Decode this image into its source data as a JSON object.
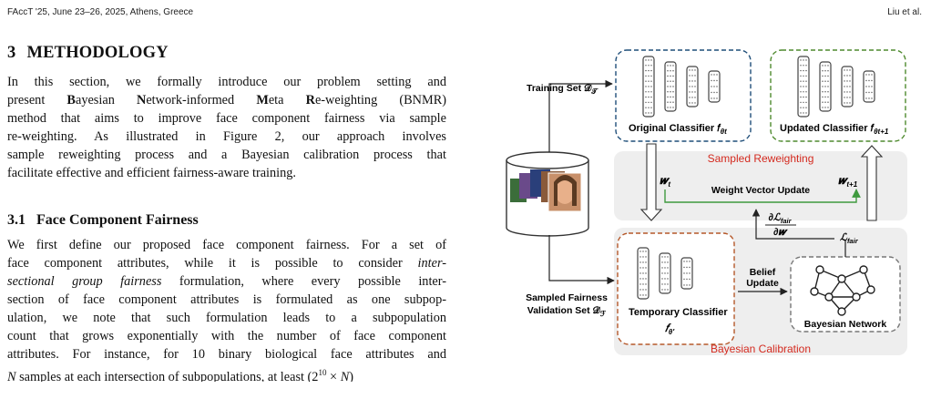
{
  "header": {
    "left": "FAccT '25, June 23–26, 2025, Athens, Greece",
    "right": "Liu et al."
  },
  "section": {
    "number": "3",
    "title": "METHODOLOGY"
  },
  "intro_lines": [
    [
      "In this section, we formally introduce our problem setting and"
    ],
    [
      "present ",
      {
        "b": "B"
      },
      "ayesian ",
      {
        "b": "N"
      },
      "etwork-informed ",
      {
        "b": "M"
      },
      "eta ",
      {
        "b": "R"
      },
      "e-weighting (BNMR)"
    ],
    [
      "method that aims to improve face component fairness via sample"
    ],
    [
      "re-weighting. As illustrated in Figure 2, our approach involves"
    ],
    [
      "sample reweighting process and a Bayesian calibration process that"
    ],
    [
      "facilitate effective and efficient fairness-aware training."
    ]
  ],
  "subsection": {
    "number": "3.1",
    "title": "Face Component Fairness"
  },
  "body_lines": [
    [
      "We first define our proposed face component fairness. For a set of"
    ],
    [
      "face component attributes, while it is possible to consider ",
      {
        "i": "inter-"
      }
    ],
    [
      {
        "i": "sectional group fairness"
      },
      " formulation, where every possible inter-"
    ],
    [
      "section of face component attributes is formulated as one subpop-"
    ],
    [
      "ulation, we note that such formulation leads to a subpopulation"
    ],
    [
      "count that grows exponentially with the number of face component"
    ],
    [
      "attributes. For instance, for 10 binary biological face attributes and"
    ],
    [
      {
        "i": "N"
      },
      " samples at each intersection of subpopulations, at least (2",
      {
        "sup": "10"
      },
      " × ",
      {
        "i": "N"
      },
      ")"
    ]
  ],
  "figure": {
    "training_set_label": "Training Set 𝒟",
    "training_set_sub": "𝒯",
    "original_classifier_label": "Original Classifier 𝑓",
    "original_classifier_sub": "θt",
    "updated_classifier_label": "Updated Classifier 𝑓",
    "updated_classifier_sub": "θt+1",
    "sampled_reweighting_label": "Sampled Reweighting",
    "w_t": "𝒘",
    "w_t_sub": "t",
    "w_t1": "𝒘",
    "w_t1_sub": "t+1",
    "weight_update_label": "Weight Vector Update",
    "grad_num": "∂ℒ",
    "grad_num_sub": "fair",
    "grad_den": "∂𝒘",
    "loss_label": "ℒ",
    "loss_sub": "fair",
    "validation_label_1": "Sampled Fairness",
    "validation_label_2": "Validation Set 𝒟",
    "validation_sub": "ℱ",
    "temp_classifier_label": "Temporary Classifier",
    "temp_classifier_f": "𝑓",
    "temp_classifier_sub": "θ′",
    "belief_label_1": "Belief",
    "belief_label_2": "Update",
    "bn_label": "Bayesian Network",
    "bayesian_calibration_label": "Bayesian Calibration",
    "colors": {
      "blue_dash": "#1f4e79",
      "green_dash": "#4e8a2e",
      "orange_dash": "#b5582a",
      "red_text": "#d42a1f",
      "green_arrow": "#3f9a3f",
      "panel_fill": "#eeeeee",
      "layer_stroke": "#444444"
    }
  }
}
